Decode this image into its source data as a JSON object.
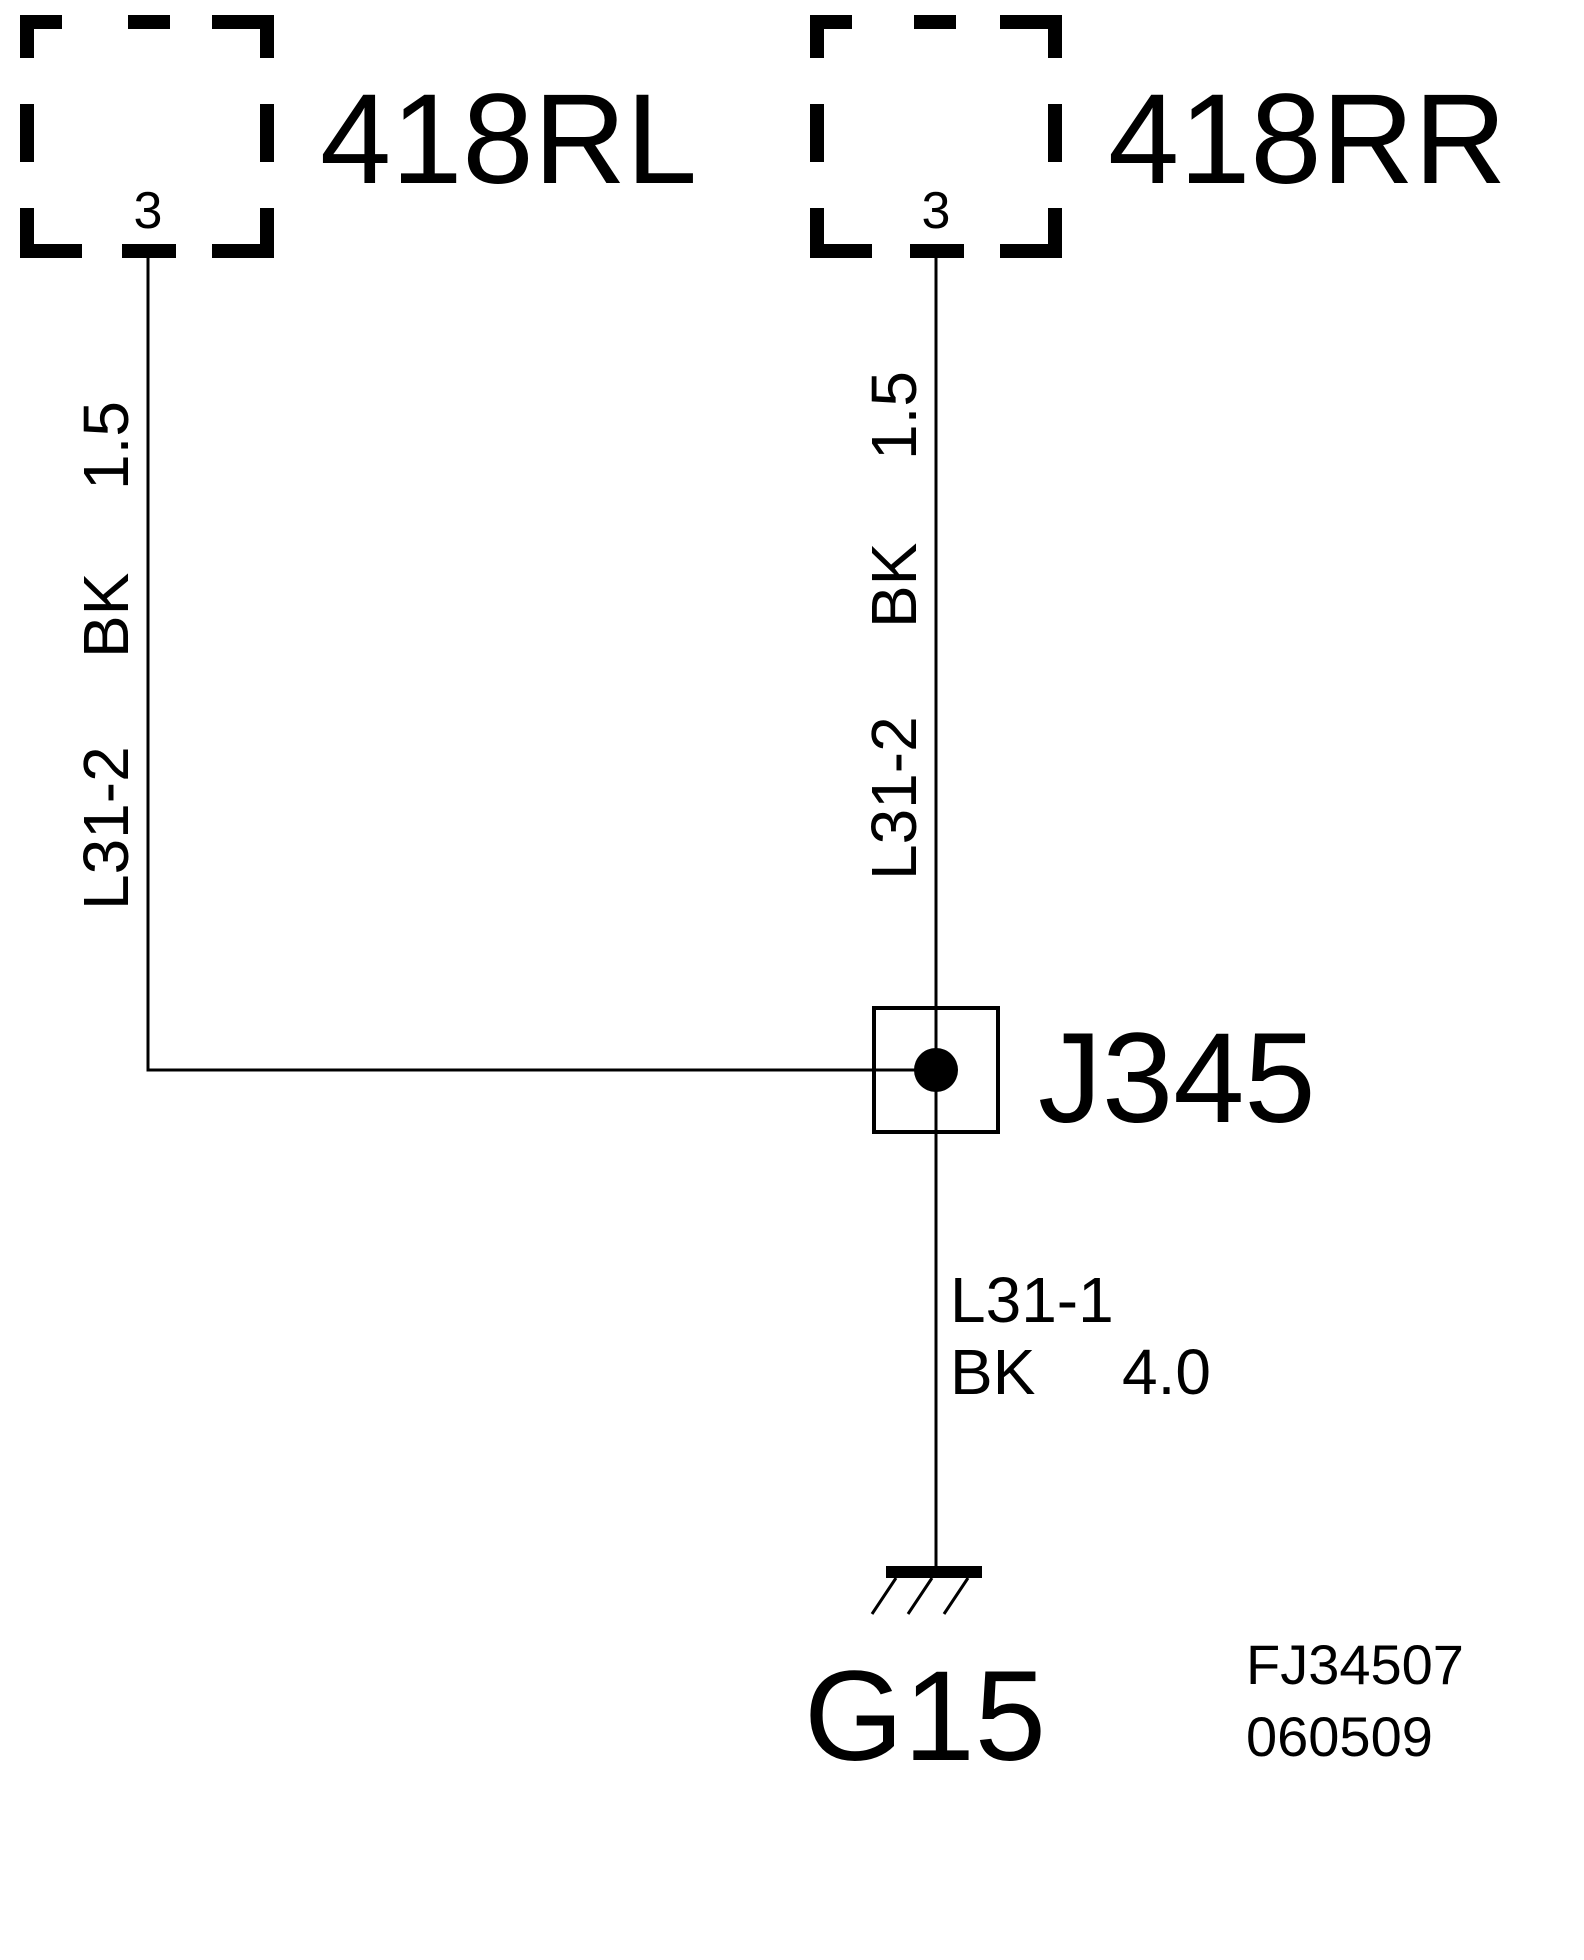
{
  "connectors": {
    "left": {
      "name": "418RL",
      "pin": "3"
    },
    "right": {
      "name": "418RR",
      "pin": "3"
    }
  },
  "wires": {
    "left": {
      "circuit": "L31-2",
      "color": "BK",
      "gauge": "1.5"
    },
    "right": {
      "circuit": "L31-2",
      "color": "BK",
      "gauge": "1.5"
    },
    "bottom": {
      "circuit": "L31-1",
      "color": "BK",
      "gauge": "4.0"
    }
  },
  "splice": {
    "name": "J345"
  },
  "ground": {
    "name": "G15"
  },
  "figure": {
    "code": "FJ34507",
    "date": "060509"
  }
}
